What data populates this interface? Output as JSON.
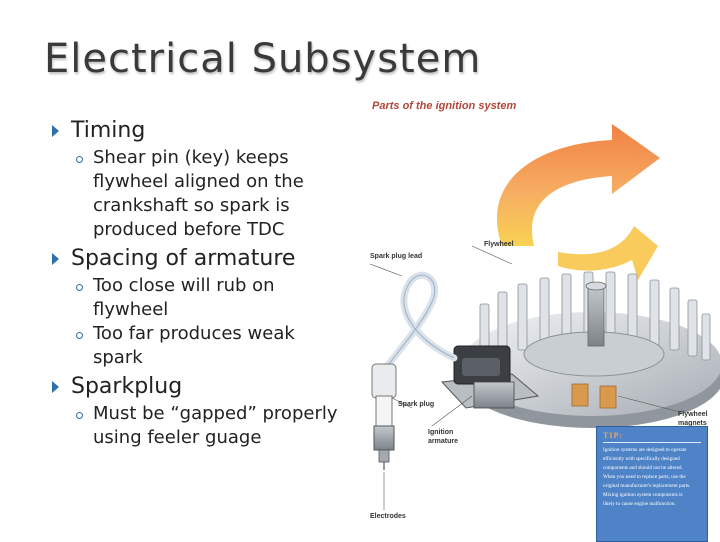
{
  "slide": {
    "title": "Electrical Subsystem",
    "bullets": [
      {
        "text": "Timing",
        "subs": [
          "Shear pin (key) keeps flywheel aligned on the crankshaft so spark is produced before TDC"
        ]
      },
      {
        "text": "Spacing of armature",
        "subs": [
          "Too close will rub on flywheel",
          "Too far produces weak spark"
        ]
      },
      {
        "text": "Sparkplug",
        "subs": [
          "Must be “gapped” properly using feeler guage"
        ]
      }
    ]
  },
  "figure": {
    "title": "Parts of the ignition system",
    "labels": {
      "flywheel": "Flywheel",
      "spark_plug_lead": "Spark plug lead",
      "spark_plug": "Spark plug",
      "ignition_armature_1": "Ignition",
      "ignition_armature_2": "armature",
      "flywheel_magnets_1": "Flywheel",
      "flywheel_magnets_2": "magnets",
      "electrodes": "Electrodes"
    },
    "tip": {
      "heading": "TIP:",
      "lines": [
        "Ignition systems are designed to operate",
        "efficiently with specifically designed",
        "components and should not be altered.",
        "When you need to replace parts, use the",
        "original manufacturer's replacement parts.",
        "Mixing ignition system components is",
        "likely to cause engine malfunction."
      ]
    }
  },
  "colors": {
    "title": "#3a3a3a",
    "bullet_marker": "#2f6fa8",
    "figure_title": "#b0473b",
    "tip_background": "#4f83c7"
  }
}
